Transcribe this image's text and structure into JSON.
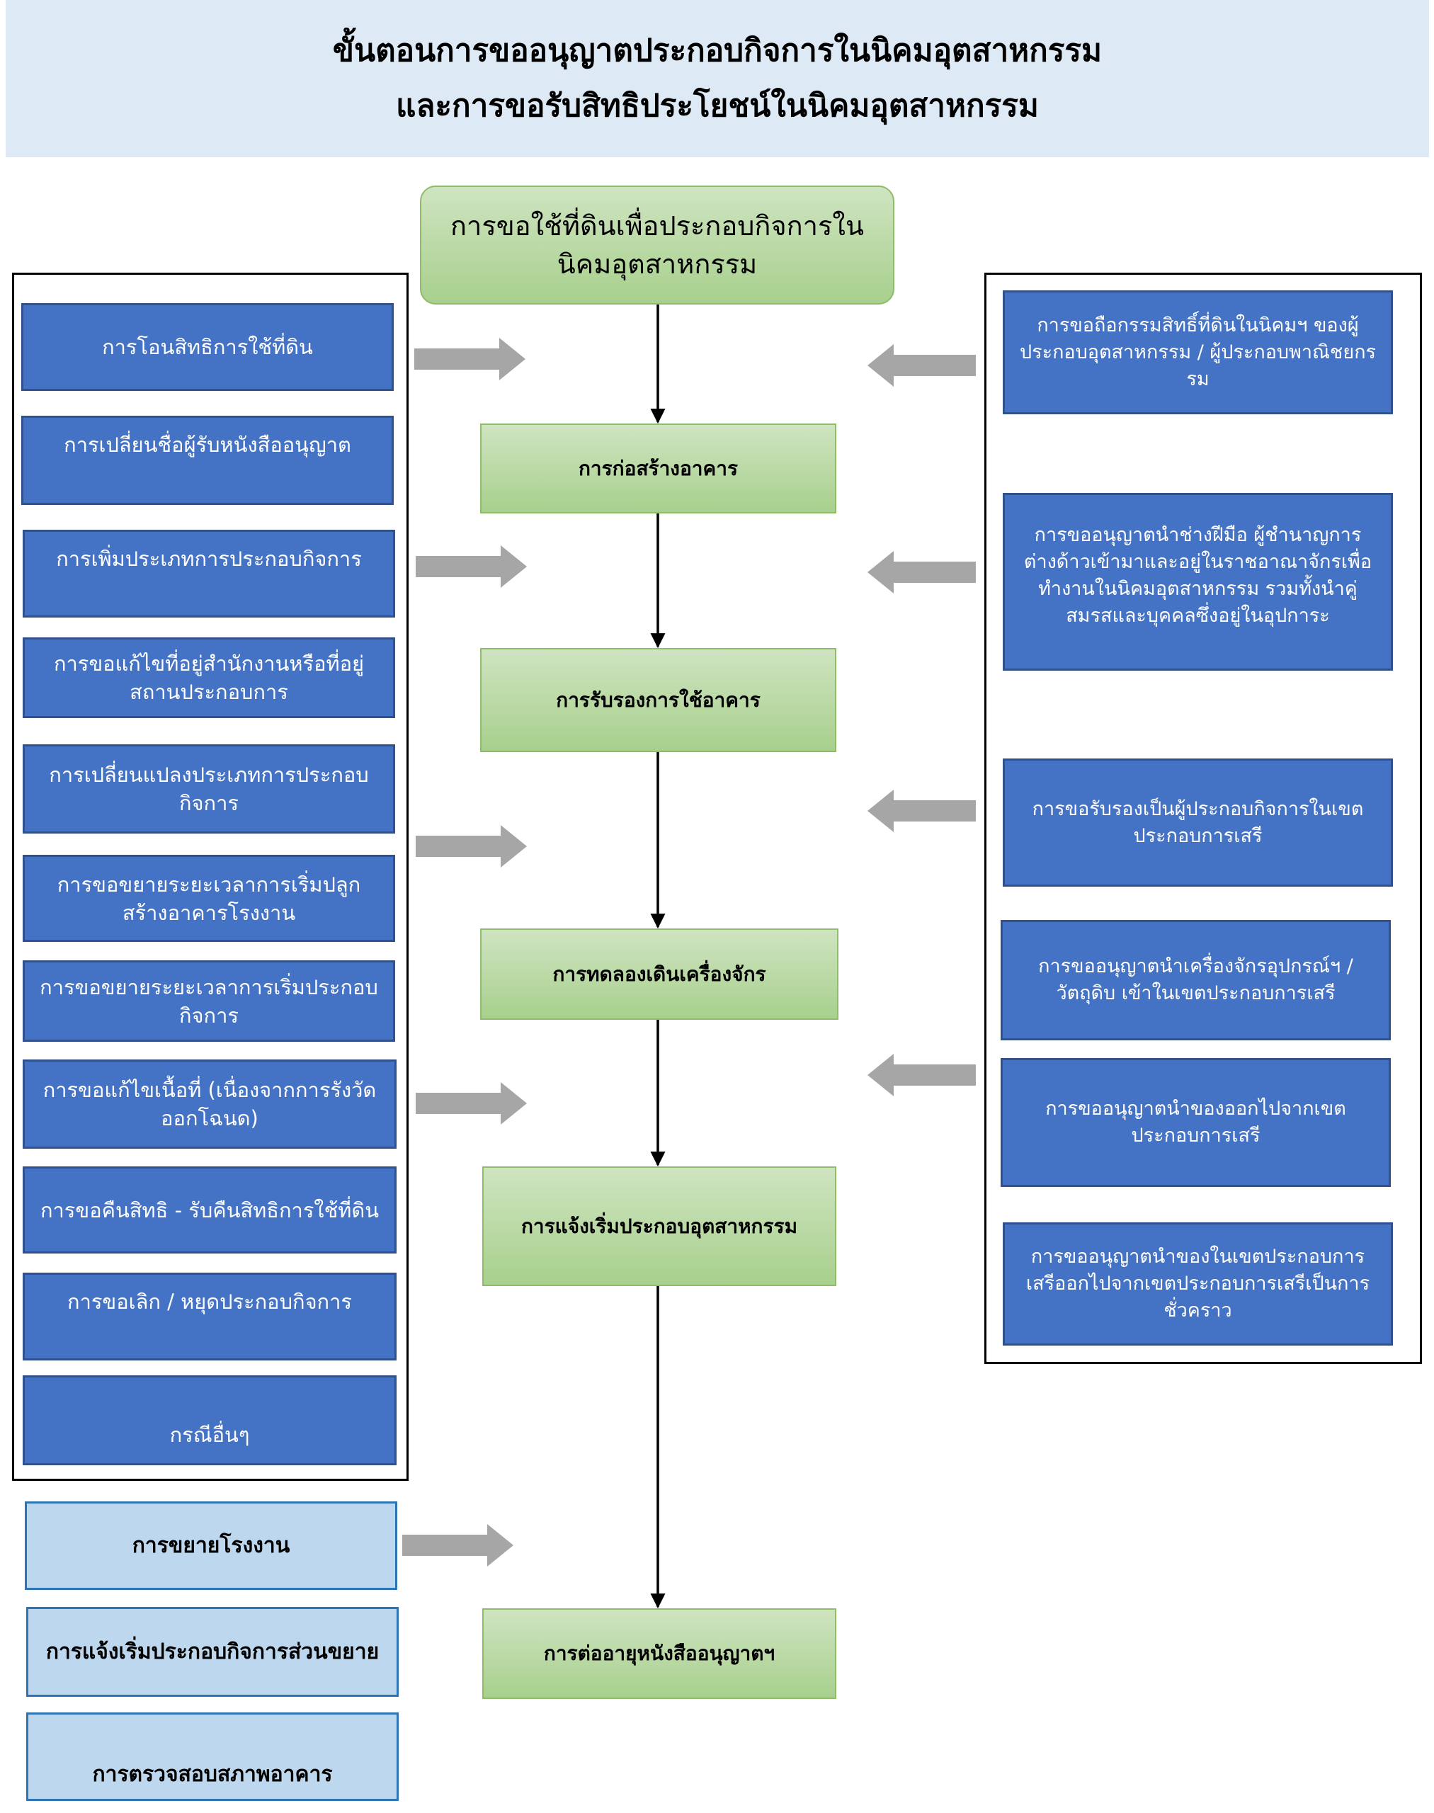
{
  "title": {
    "line1": "ขั้นตอนการขออนุญาตประกอบกิจการในนิคมอุตสาหกรรม",
    "line2": "และการขอรับสิทธิประโยชน์ในนิคมอุตสาหกรรม"
  },
  "main_flow": {
    "start": "การขอใช้ที่ดินเพื่อประกอบกิจการในนิคมอุตสาหกรรม",
    "steps": [
      "การก่อสร้างอาคาร",
      "การรับรองการใช้อาคาร",
      "การทดลองเดินเครื่องจักร",
      "การแจ้งเริ่มประกอบอุตสาหกรรม",
      "การต่ออายุหนังสืออนุญาตฯ"
    ]
  },
  "left_items": [
    "การโอนสิทธิการใช้ที่ดิน",
    "การเปลี่ยนชื่อผู้รับหนังสืออนุญาต",
    "การเพิ่มประเภทการประกอบกิจการ",
    "การขอแก้ไขที่อยู่สำนักงานหรือที่อยู่สถานประกอบการ",
    "การเปลี่ยนแปลงประเภทการประกอบกิจการ",
    "การขอขยายระยะเวลาการเริ่มปลูกสร้างอาคารโรงงาน",
    "การขอขยายระยะเวลาการเริ่มประกอบกิจการ",
    "การขอแก้ไขเนื้อที่ (เนื่องจากการรังวัดออกโฉนด)",
    "การขอคืนสิทธิ - รับคืนสิทธิการใช้ที่ดิน",
    "การขอเลิก / หยุดประกอบกิจการ",
    "กรณีอื่นๆ"
  ],
  "bottom_left_items": [
    "การขยายโรงงาน",
    "การแจ้งเริ่มประกอบกิจการส่วนขยาย",
    "การตรวจสอบสภาพอาคาร"
  ],
  "right_items": [
    "การขอถือกรรมสิทธิ์ที่ดินในนิคมฯ ของผู้ประกอบอุตสาหกรรม / ผู้ประกอบพาณิชยกรรม",
    "การขออนุญาตนำช่างฝีมือ ผู้ชำนาญการต่างด้าวเข้ามาและอยู่ในราชอาณาจักรเพื่อทำงานในนิคมอุตสาหกรรม รวมทั้งนำคู่สมรสและบุคคลซึ่งอยู่ในอุปการะ",
    "การขอรับรองเป็นผู้ประกอบกิจการในเขตประกอบการเสรี",
    "การขออนุญาตนำเครื่องจักรอุปกรณ์ฯ / วัตถุดิบ เข้าในเขตประกอบการเสรี",
    "การขออนุญาตนำของออกไปจากเขตประกอบการเสรี",
    "การขออนุญาตนำของในเขตประกอบการเสรีออกไปจากเขตประกอบการเสรีเป็นการชั่วคราว"
  ],
  "colors": {
    "blue_box": "#4472c4",
    "green_box": "#a9d18e",
    "light_blue_box": "#bdd7ee",
    "header_bg": "#dde9f5",
    "arrow_gray": "#a6a6a6"
  }
}
